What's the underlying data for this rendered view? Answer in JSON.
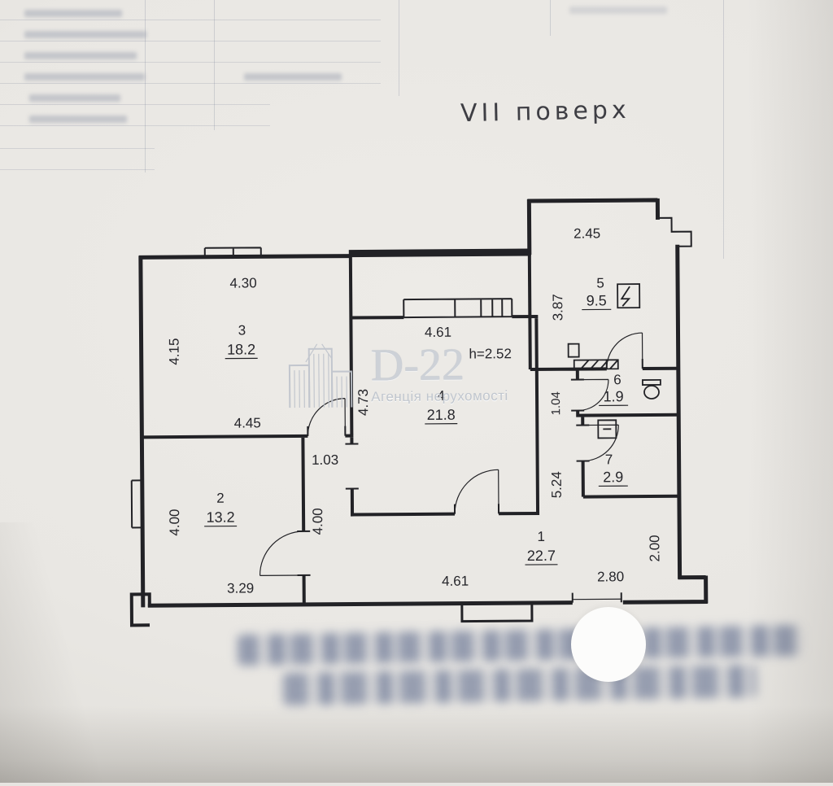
{
  "document": {
    "floor_title": "VII  поверх"
  },
  "watermark": {
    "logo_text": "D-22",
    "subtitle": "Агенція нерухомості",
    "icon": "building-skyline-icon"
  },
  "plan": {
    "rooms": [
      {
        "number": "1",
        "area": "22.7"
      },
      {
        "number": "2",
        "area": "13.2"
      },
      {
        "number": "3",
        "area": "18.2"
      },
      {
        "number": "4",
        "area": "21.8"
      },
      {
        "number": "5",
        "area": "9.5"
      },
      {
        "number": "6",
        "area": "1.9"
      },
      {
        "number": "7",
        "area": "2.9"
      }
    ],
    "room4_height_note": "h=2.52",
    "dims": {
      "top_right_width": "2.45",
      "room3_top_width": "4.30",
      "room5_left_height": "3.87",
      "room3_left_height": "4.15",
      "room4_top_width": "4.61",
      "room3_bottom_width": "4.45",
      "room4_left_height": "4.73",
      "wc_door_width": "1.04",
      "hall_opening": "1.03",
      "corridor_height": "5.24",
      "room2_left_height": "4.00",
      "room2_right_height": "4.00",
      "hall_right_height": "2.00",
      "room2_bottom_width": "3.29",
      "hall_bottom_width": "4.61",
      "entrance_width": "2.80"
    }
  },
  "icons": {
    "watermark_logo": "building-skyline",
    "electric_panel": "lightning-bolt-in-square",
    "radiator": "hatched-rectangle",
    "sink": "wash-basin",
    "boiler": "square-appliance"
  },
  "colors": {
    "ink": "#26262b",
    "paper": "#e8e6e2",
    "watermark": "#c3c8cf",
    "bleed_text": "#46567e"
  }
}
